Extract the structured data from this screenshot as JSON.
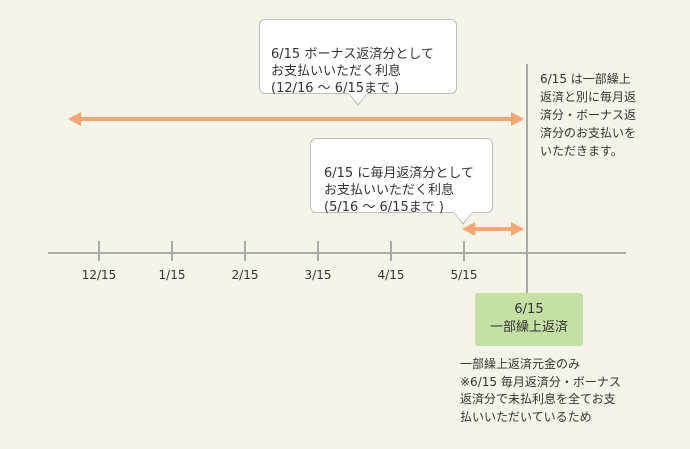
{
  "timeline": {
    "tick_labels": [
      "12/15",
      "1/15",
      "2/15",
      "3/15",
      "4/15",
      "5/15"
    ]
  },
  "callouts": {
    "bonus_text": "6/15 ボーナス返済分として\nお支払いいただく利息\n(12/16 〜 6/15まで )",
    "monthly_text": "6/15 に毎月返済分として\nお支払いいただく利息\n(5/16 〜 6/15まで )"
  },
  "notes": {
    "right_text": "6/15 は一部繰上\n返済と別に毎月返\n済分・ボーナス返\n済分のお支払いを\nいただきます。",
    "bottom_text": "一部繰上返済元金のみ\n※6/15 毎月返済分・ボーナス\n返済分で未払利息を全てお支\n払いいただいているため"
  },
  "event": {
    "date": "6/15",
    "label": "一部繰上返済"
  },
  "colors": {
    "background": "#f5f4e9",
    "arrow": "#f5a673",
    "axis": "#aaaaaa",
    "event_box": "#c5e0a5",
    "callout_border": "#bdbdbd"
  }
}
